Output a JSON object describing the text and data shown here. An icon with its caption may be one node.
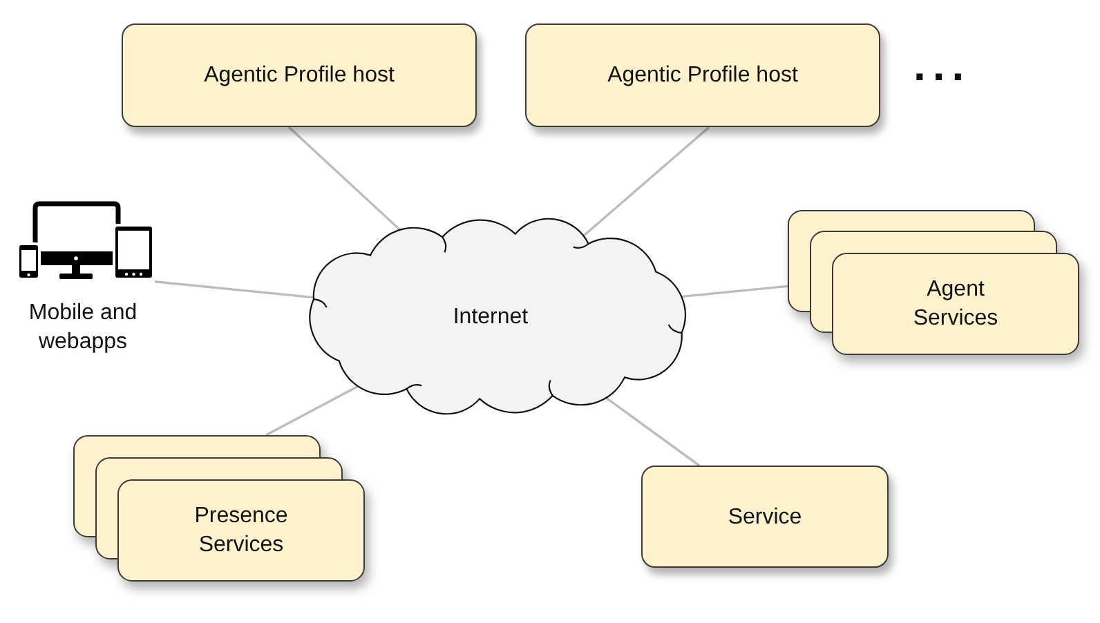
{
  "diagram": {
    "nodes": [
      {
        "text": [
          "Agentic Profile host"
        ]
      },
      {
        "text": [
          "Agentic Profile host"
        ]
      },
      {
        "text": [
          "Mobile and webapps"
        ]
      },
      {
        "text": [
          "Internet"
        ]
      },
      {
        "text": [
          "Agent Services"
        ]
      },
      {
        "text": [
          "Presence Services"
        ]
      },
      {
        "text": [
          "Service"
        ]
      }
    ],
    "edges": [
      {
        "from": 0,
        "to": 3,
        "arrow": "none"
      },
      {
        "from": 1,
        "to": 3,
        "arrow": "none"
      },
      {
        "from": 2,
        "to": 3,
        "arrow": "none"
      },
      {
        "from": 3,
        "to": 4,
        "arrow": "none"
      },
      {
        "from": 5,
        "to": 3,
        "arrow": "none"
      },
      {
        "from": 3,
        "to": 6,
        "arrow": "none"
      }
    ],
    "labels": [
      "..."
    ]
  }
}
